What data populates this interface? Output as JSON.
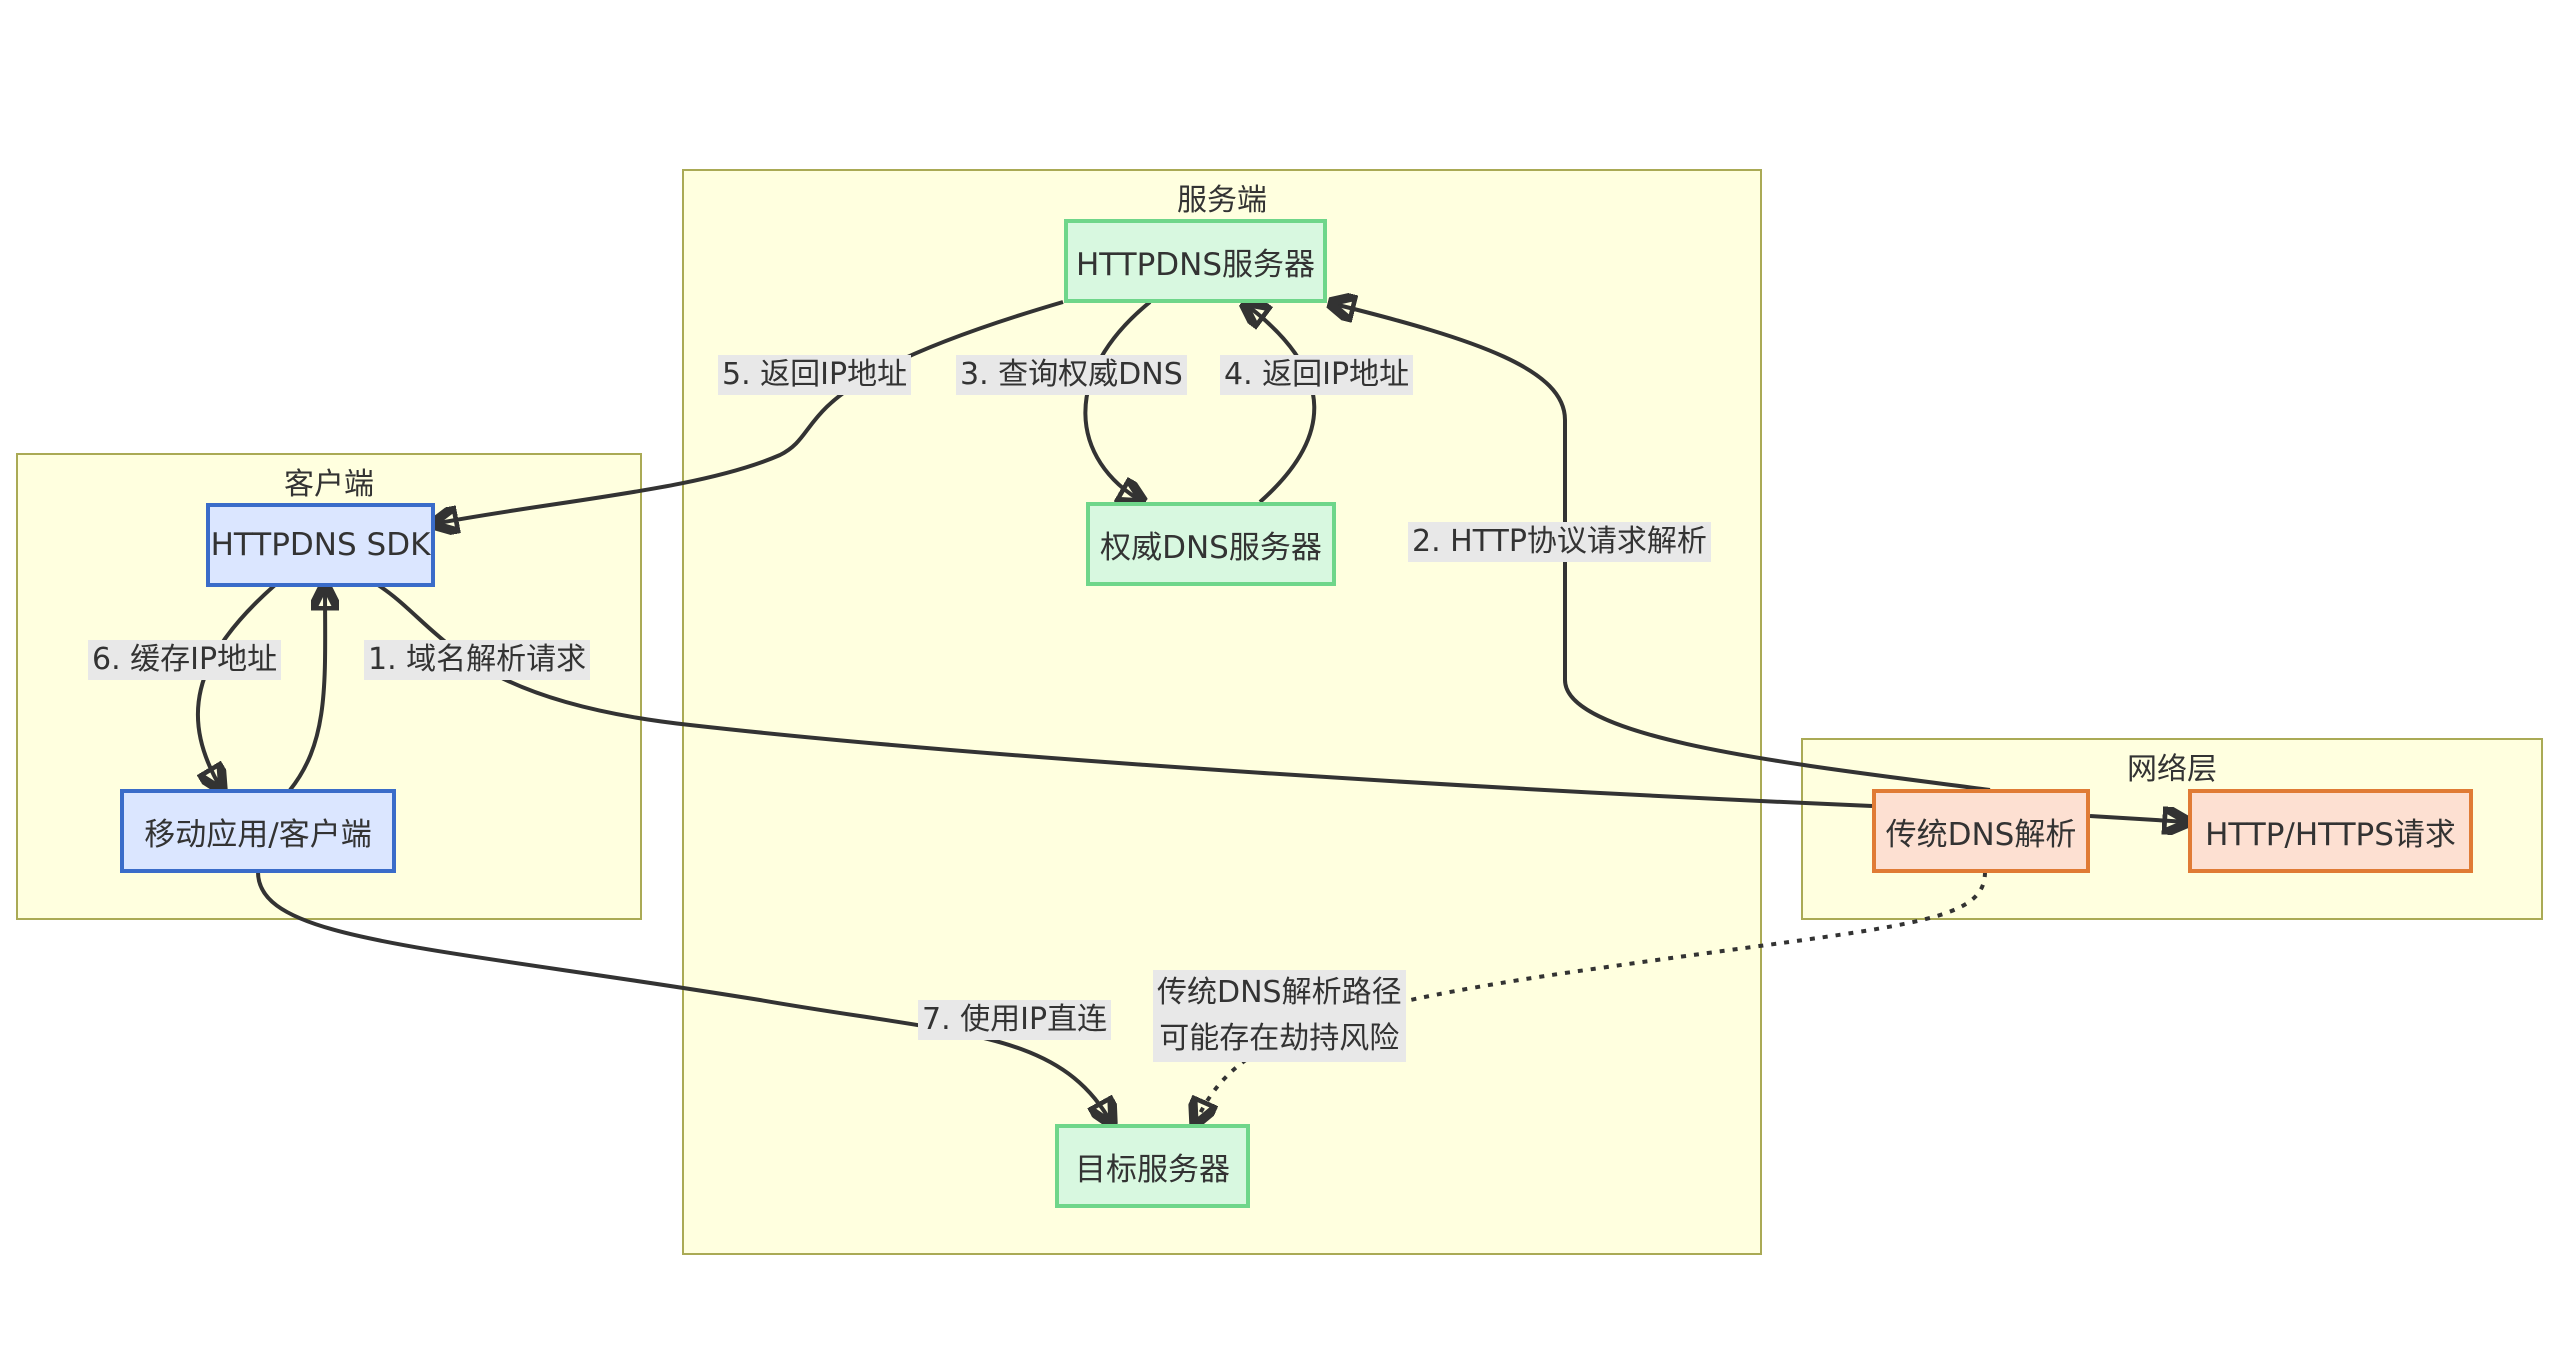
{
  "clusters": {
    "server": {
      "title": "服务端"
    },
    "client": {
      "title": "客户端"
    },
    "network": {
      "title": "网络层"
    }
  },
  "nodes": {
    "httpdns_server": "HTTPDNS服务器",
    "auth_dns": "权威DNS服务器",
    "target_server": "目标服务器",
    "sdk": "HTTPDNS SDK",
    "app": "移动应用/客户端",
    "traditional_dns": "传统DNS解析",
    "http_request": "HTTP/HTTPS请求"
  },
  "edges": {
    "e1": "1. 域名解析请求",
    "e2": "2. HTTP协议请求解析",
    "e3": "3. 查询权威DNS",
    "e4": "4. 返回IP地址",
    "e5": "5. 返回IP地址",
    "e6": "6. 缓存IP地址",
    "e7": "7. 使用IP直连",
    "e8_line1": "传统DNS解析路径",
    "e8_line2": "可能存在劫持风险"
  },
  "colors": {
    "cluster_fill": "#ffffdf",
    "cluster_border": "#aaaa55",
    "client_fill": "#dbe6ff",
    "client_border": "#3a6cc9",
    "server_fill": "#d8f8e0",
    "server_border": "#6fd68a",
    "network_fill": "#fde0d2",
    "network_border": "#e07b35",
    "edge": "#333333",
    "edge_label_bg": "#e8e8e8"
  }
}
